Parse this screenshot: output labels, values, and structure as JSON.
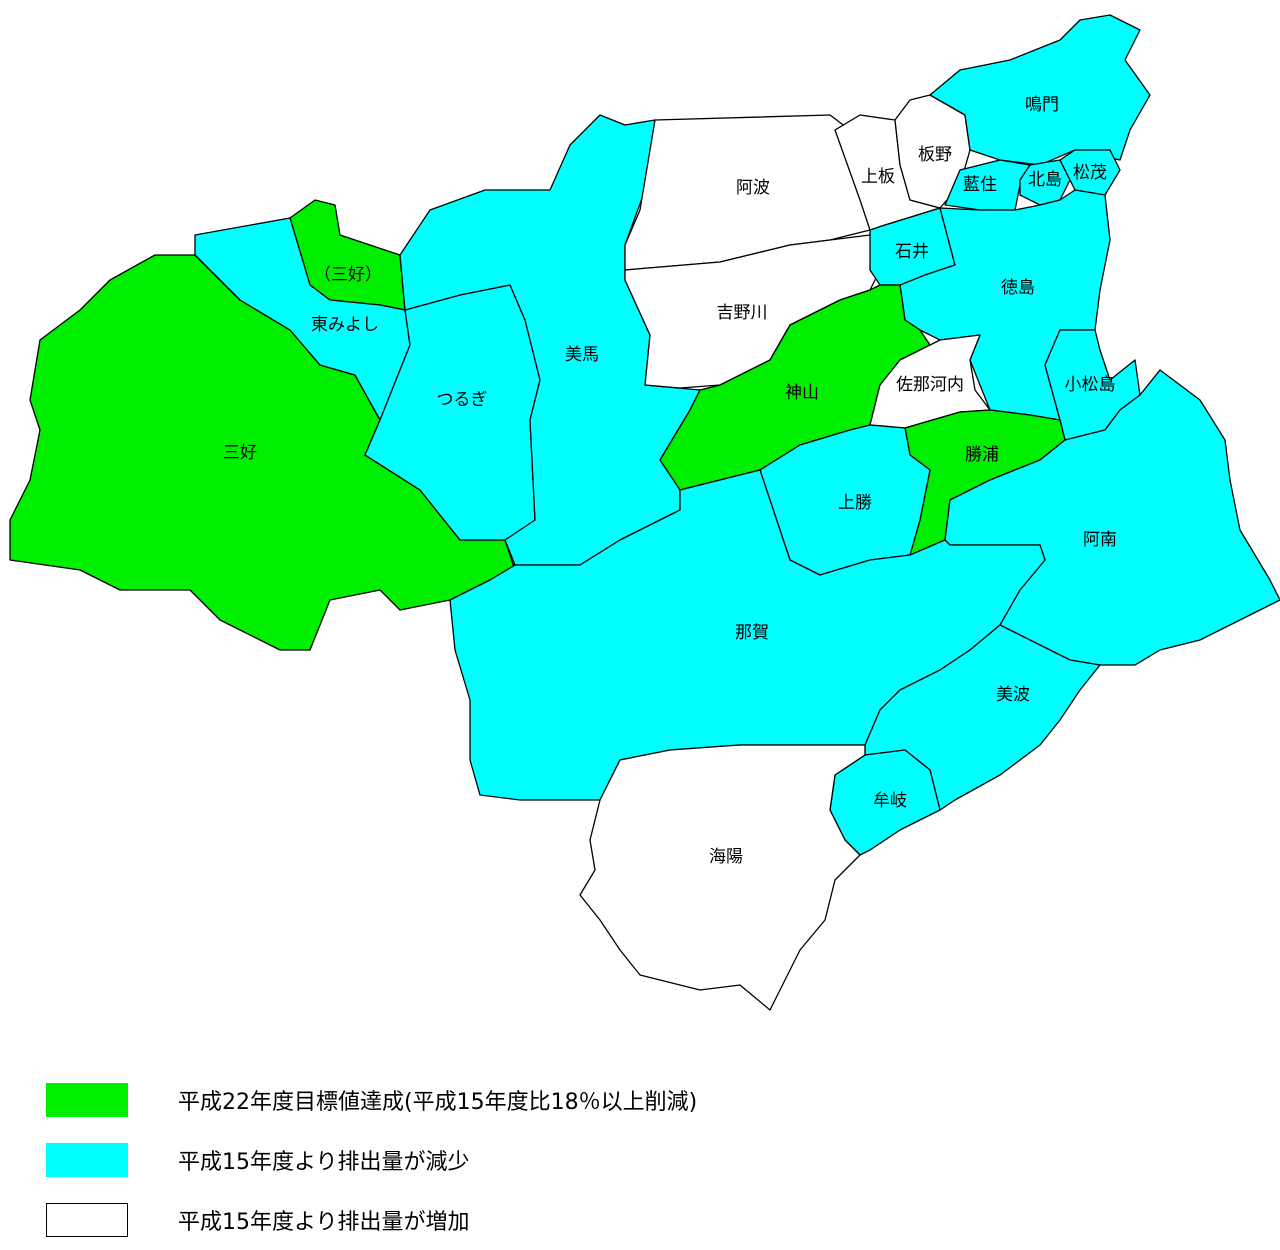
{
  "colors": {
    "achieved": "#00ee00",
    "decreased": "#00ffff",
    "increased": "#ffffff"
  },
  "regions": [
    {
      "id": "miyoshi",
      "name": "三好",
      "category": "achieved"
    },
    {
      "id": "miyoshi-city",
      "name": "（三好）",
      "category": "achieved"
    },
    {
      "id": "kamiyama",
      "name": "神山",
      "category": "achieved"
    },
    {
      "id": "katsuura",
      "name": "勝浦",
      "category": "achieved"
    },
    {
      "id": "higashimiyoshi",
      "name": "東みよし",
      "category": "decreased"
    },
    {
      "id": "tsurugi",
      "name": "つるぎ",
      "category": "decreased"
    },
    {
      "id": "mima",
      "name": "美馬",
      "category": "decreased"
    },
    {
      "id": "naruto",
      "name": "鳴門",
      "category": "decreased"
    },
    {
      "id": "aizumi",
      "name": "藍住",
      "category": "decreased"
    },
    {
      "id": "kitajima",
      "name": "北島",
      "category": "decreased"
    },
    {
      "id": "matsushige",
      "name": "松茂",
      "category": "decreased"
    },
    {
      "id": "ishii",
      "name": "石井",
      "category": "decreased"
    },
    {
      "id": "tokushima",
      "name": "徳島",
      "category": "decreased"
    },
    {
      "id": "komatsushima",
      "name": "小松島",
      "category": "decreased"
    },
    {
      "id": "kamikatsu",
      "name": "上勝",
      "category": "decreased"
    },
    {
      "id": "anan",
      "name": "阿南",
      "category": "decreased"
    },
    {
      "id": "naka",
      "name": "那賀",
      "category": "decreased"
    },
    {
      "id": "minami",
      "name": "美波",
      "category": "decreased"
    },
    {
      "id": "mugi",
      "name": "牟岐",
      "category": "decreased"
    },
    {
      "id": "awa",
      "name": "阿波",
      "category": "increased"
    },
    {
      "id": "yoshinogawa",
      "name": "吉野川",
      "category": "increased"
    },
    {
      "id": "kamiita",
      "name": "上板",
      "category": "increased"
    },
    {
      "id": "itano",
      "name": "板野",
      "category": "increased"
    },
    {
      "id": "sanagouchi",
      "name": "佐那河内",
      "category": "increased"
    },
    {
      "id": "kaiyo",
      "name": "海陽",
      "category": "increased"
    }
  ],
  "legend": [
    {
      "category": "achieved",
      "label": "平成22年度目標値達成(平成15年度比18％以上削減)"
    },
    {
      "category": "decreased",
      "label": "平成15年度より排出量が減少"
    },
    {
      "category": "increased",
      "label": "平成15年度より排出量が増加"
    }
  ]
}
